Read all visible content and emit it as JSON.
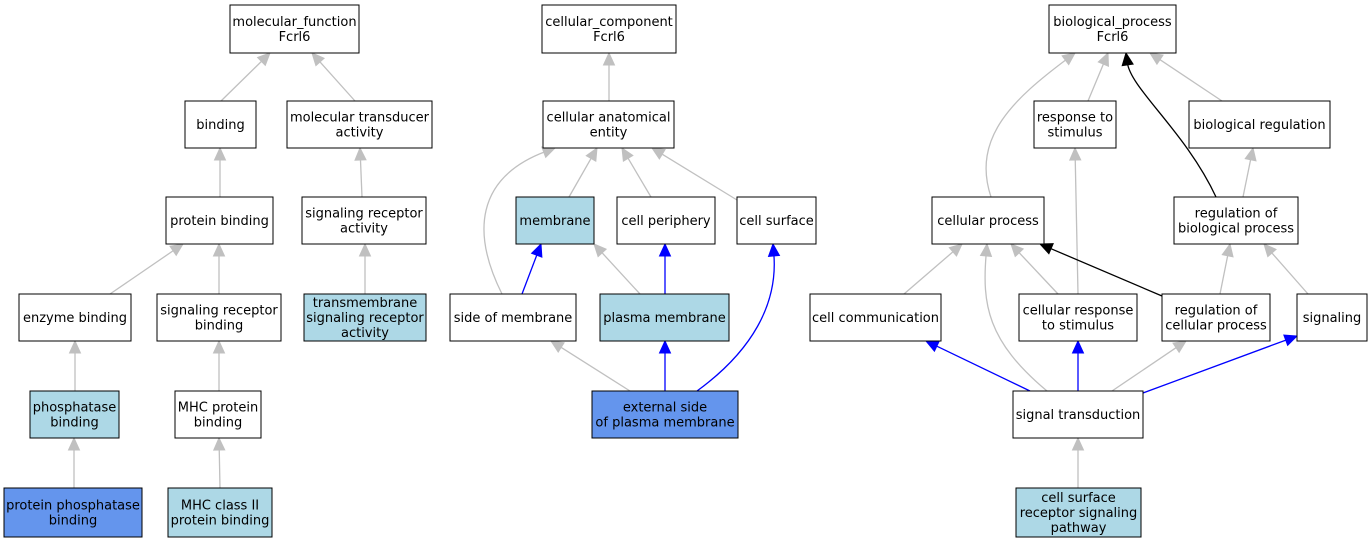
{
  "colors": {
    "node_default": "#ffffff",
    "node_light": "#add8e6",
    "node_highlight": "#6495ed",
    "edge_gray": "#c0c0c0",
    "edge_blue": "#0000ff",
    "edge_black": "#000000"
  },
  "nodes": [
    {
      "id": "mf",
      "lines": [
        "molecular_function",
        "Fcrl6"
      ],
      "fill": "node_default"
    },
    {
      "id": "binding",
      "lines": [
        "binding"
      ],
      "fill": "node_default"
    },
    {
      "id": "mta",
      "lines": [
        "molecular transducer",
        "activity"
      ],
      "fill": "node_default"
    },
    {
      "id": "pb",
      "lines": [
        "protein binding"
      ],
      "fill": "node_default"
    },
    {
      "id": "sra",
      "lines": [
        "signaling receptor",
        "activity"
      ],
      "fill": "node_default"
    },
    {
      "id": "eb",
      "lines": [
        "enzyme binding"
      ],
      "fill": "node_default"
    },
    {
      "id": "srb",
      "lines": [
        "signaling receptor",
        "binding"
      ],
      "fill": "node_default"
    },
    {
      "id": "tsra",
      "lines": [
        "transmembrane",
        "signaling receptor",
        "activity"
      ],
      "fill": "node_light"
    },
    {
      "id": "phb",
      "lines": [
        "phosphatase",
        "binding"
      ],
      "fill": "node_light"
    },
    {
      "id": "mhcb",
      "lines": [
        "MHC protein",
        "binding"
      ],
      "fill": "node_default"
    },
    {
      "id": "ppb",
      "lines": [
        "protein phosphatase",
        "binding"
      ],
      "fill": "node_highlight"
    },
    {
      "id": "mhc2",
      "lines": [
        "MHC class II",
        "protein binding"
      ],
      "fill": "node_light"
    },
    {
      "id": "cc",
      "lines": [
        "cellular_component",
        "Fcrl6"
      ],
      "fill": "node_default"
    },
    {
      "id": "cae",
      "lines": [
        "cellular anatomical",
        "entity"
      ],
      "fill": "node_default"
    },
    {
      "id": "mem",
      "lines": [
        "membrane"
      ],
      "fill": "node_light"
    },
    {
      "id": "cper",
      "lines": [
        "cell periphery"
      ],
      "fill": "node_default"
    },
    {
      "id": "csurf",
      "lines": [
        "cell surface"
      ],
      "fill": "node_default"
    },
    {
      "id": "som",
      "lines": [
        "side of membrane"
      ],
      "fill": "node_default"
    },
    {
      "id": "pm",
      "lines": [
        "plasma membrane"
      ],
      "fill": "node_light"
    },
    {
      "id": "espm",
      "lines": [
        "external side",
        "of plasma membrane"
      ],
      "fill": "node_highlight"
    },
    {
      "id": "bp",
      "lines": [
        "biological_process",
        "Fcrl6"
      ],
      "fill": "node_default"
    },
    {
      "id": "rts",
      "lines": [
        "response to",
        "stimulus"
      ],
      "fill": "node_default"
    },
    {
      "id": "breg",
      "lines": [
        "biological regulation"
      ],
      "fill": "node_default"
    },
    {
      "id": "cproc",
      "lines": [
        "cellular process"
      ],
      "fill": "node_default"
    },
    {
      "id": "rbp",
      "lines": [
        "regulation of",
        "biological process"
      ],
      "fill": "node_default"
    },
    {
      "id": "ccom",
      "lines": [
        "cell communication"
      ],
      "fill": "node_default"
    },
    {
      "id": "crts",
      "lines": [
        "cellular response",
        "to stimulus"
      ],
      "fill": "node_default"
    },
    {
      "id": "rcp",
      "lines": [
        "regulation of",
        "cellular process"
      ],
      "fill": "node_default"
    },
    {
      "id": "sig",
      "lines": [
        "signaling"
      ],
      "fill": "node_default"
    },
    {
      "id": "st",
      "lines": [
        "signal transduction"
      ],
      "fill": "node_default"
    },
    {
      "id": "csrsp",
      "lines": [
        "cell surface",
        "receptor signaling",
        "pathway"
      ],
      "fill": "node_light"
    }
  ],
  "edges": [
    {
      "from": "binding",
      "to": "mf",
      "color": "edge_gray"
    },
    {
      "from": "mta",
      "to": "mf",
      "color": "edge_gray"
    },
    {
      "from": "pb",
      "to": "binding",
      "color": "edge_gray"
    },
    {
      "from": "sra",
      "to": "mta",
      "color": "edge_gray"
    },
    {
      "from": "eb",
      "to": "pb",
      "color": "edge_gray"
    },
    {
      "from": "srb",
      "to": "pb",
      "color": "edge_gray"
    },
    {
      "from": "tsra",
      "to": "sra",
      "color": "edge_gray"
    },
    {
      "from": "phb",
      "to": "eb",
      "color": "edge_gray"
    },
    {
      "from": "mhcb",
      "to": "srb",
      "color": "edge_gray"
    },
    {
      "from": "ppb",
      "to": "phb",
      "color": "edge_gray"
    },
    {
      "from": "mhc2",
      "to": "mhcb",
      "color": "edge_gray"
    },
    {
      "from": "cae",
      "to": "cc",
      "color": "edge_gray"
    },
    {
      "from": "mem",
      "to": "cae",
      "color": "edge_gray"
    },
    {
      "from": "cper",
      "to": "cae",
      "color": "edge_gray"
    },
    {
      "from": "csurf",
      "to": "cae",
      "color": "edge_gray"
    },
    {
      "from": "som",
      "to": "cae",
      "color": "edge_gray",
      "curve": "left"
    },
    {
      "from": "som",
      "to": "mem",
      "color": "edge_blue"
    },
    {
      "from": "pm",
      "to": "mem",
      "color": "edge_gray"
    },
    {
      "from": "pm",
      "to": "cper",
      "color": "edge_blue"
    },
    {
      "from": "espm",
      "to": "som",
      "color": "edge_gray"
    },
    {
      "from": "espm",
      "to": "pm",
      "color": "edge_blue"
    },
    {
      "from": "espm",
      "to": "csurf",
      "color": "edge_blue",
      "curve": "right"
    },
    {
      "from": "rts",
      "to": "bp",
      "color": "edge_gray"
    },
    {
      "from": "breg",
      "to": "bp",
      "color": "edge_gray"
    },
    {
      "from": "cproc",
      "to": "bp",
      "color": "edge_gray",
      "curve": "left"
    },
    {
      "from": "rbp",
      "to": "bp",
      "color": "edge_black",
      "curve": "right"
    },
    {
      "from": "rbp",
      "to": "breg",
      "color": "edge_gray"
    },
    {
      "from": "ccom",
      "to": "cproc",
      "color": "edge_gray"
    },
    {
      "from": "crts",
      "to": "cproc",
      "color": "edge_gray"
    },
    {
      "from": "crts",
      "to": "rts",
      "color": "edge_gray"
    },
    {
      "from": "rcp",
      "to": "cproc",
      "color": "edge_black"
    },
    {
      "from": "rcp",
      "to": "rbp",
      "color": "edge_gray"
    },
    {
      "from": "sig",
      "to": "rbp",
      "color": "edge_gray"
    },
    {
      "from": "st",
      "to": "ccom",
      "color": "edge_blue"
    },
    {
      "from": "st",
      "to": "crts",
      "color": "edge_blue"
    },
    {
      "from": "st",
      "to": "sig",
      "color": "edge_blue"
    },
    {
      "from": "st",
      "to": "cproc",
      "color": "edge_gray",
      "curve": "left"
    },
    {
      "from": "st",
      "to": "rcp",
      "color": "edge_gray"
    },
    {
      "from": "csrsp",
      "to": "st",
      "color": "edge_gray"
    }
  ]
}
